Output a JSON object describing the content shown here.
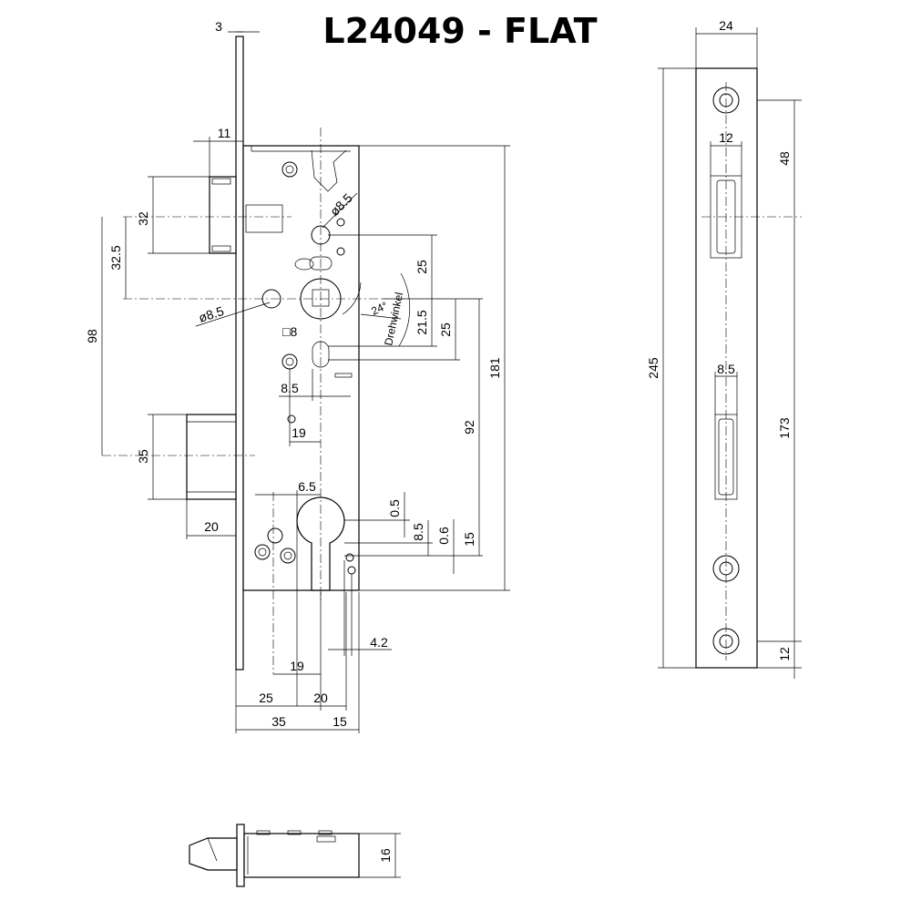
{
  "title": "L24049 - FLAT",
  "annotations": {
    "drehwinkel": "Drehwinkel",
    "angle": "24°"
  },
  "front_view": {
    "dims": {
      "faceplate": "3",
      "bolt_offset": "11",
      "bolt_height": "32",
      "bolt_to_hub": "32.5",
      "latch_to_bolt": "98",
      "latch_height": "35",
      "latch_throw": "20",
      "hole_left": "ø8.5",
      "hole_right": "ø8.5",
      "square": "□8",
      "pin": "8.5",
      "pin_offset": "19",
      "upper_25": "25",
      "lower_21_5": "21.5",
      "lower_25": "25",
      "to_cyl": "92",
      "overall": "181",
      "cyl_6_5": "6.5",
      "cyl_0_5": "0.5",
      "cyl_8_5": "8.5",
      "cyl_0_6": "0.6",
      "cyl_15": "15",
      "cyl_4_2": "4.2",
      "cyl_19": "19",
      "bs_25": "25",
      "bs_20": "20",
      "bs_35": "35",
      "bs_15": "15"
    }
  },
  "side_view": {
    "dims": {
      "width": "24",
      "top_48": "48",
      "slot_12": "12",
      "length": "245",
      "slot_8_5": "8.5",
      "mid_173": "173",
      "bottom_12": "12"
    }
  },
  "bottom_view": {
    "dims": {
      "thickness": "16"
    }
  }
}
